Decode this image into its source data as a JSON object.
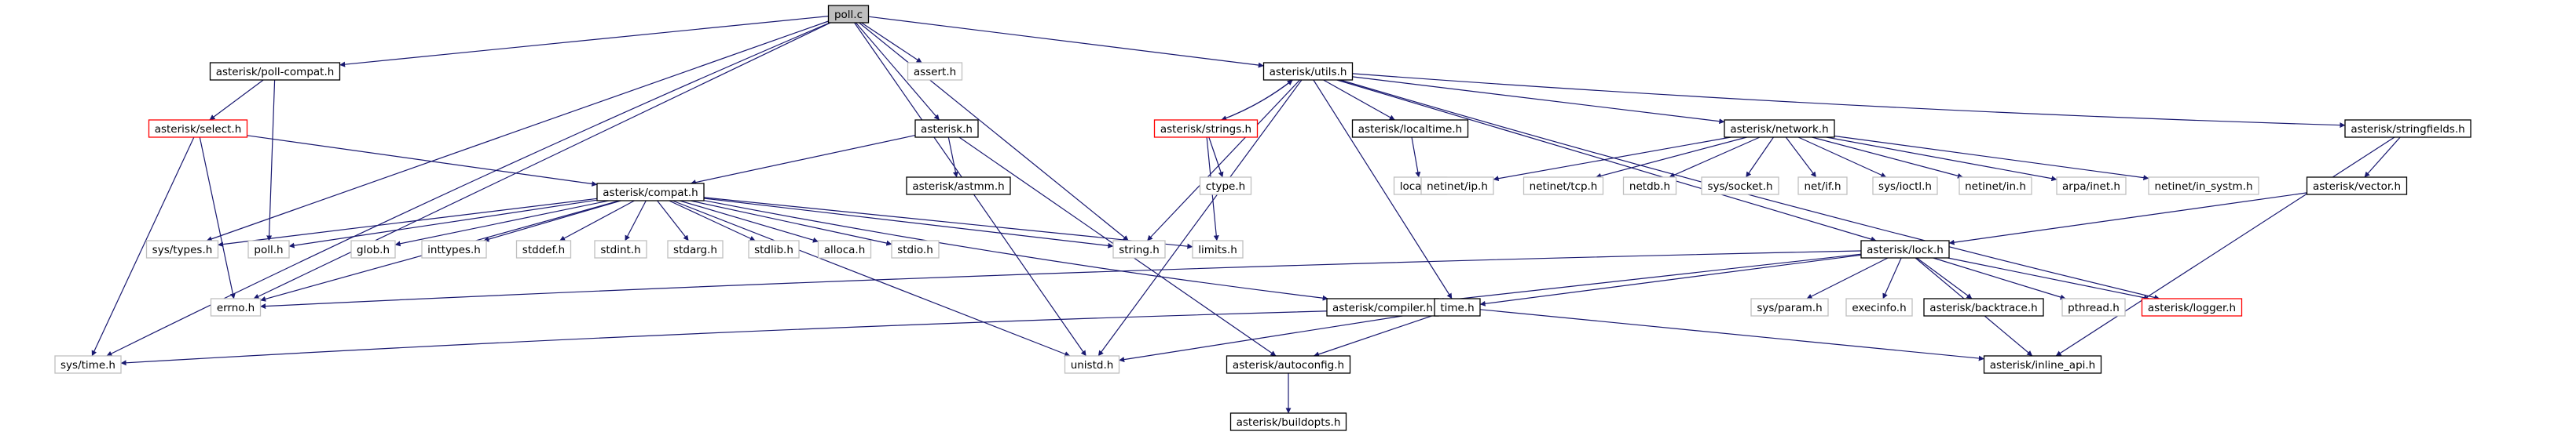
{
  "colors": {
    "background": "#ffffff",
    "edge": "#191970",
    "text": "#000000",
    "node_root_fill": "#bfbfbf",
    "node_root_border": "#000000",
    "node_documented_border": "#000000",
    "node_truncated_border": "#ff0000",
    "node_system_border": "#bfbfbf",
    "node_fill": "#ffffff"
  },
  "nodes": [
    {
      "id": "poll_c",
      "label": "poll.c",
      "kind": "root"
    },
    {
      "id": "poll_compat",
      "label": "asterisk/poll-compat.h",
      "kind": "documented"
    },
    {
      "id": "assert",
      "label": "assert.h",
      "kind": "system"
    },
    {
      "id": "utils",
      "label": "asterisk/utils.h",
      "kind": "documented"
    },
    {
      "id": "select",
      "label": "asterisk/select.h",
      "kind": "truncated"
    },
    {
      "id": "asterisk_h",
      "label": "asterisk.h",
      "kind": "documented"
    },
    {
      "id": "strings",
      "label": "asterisk/strings.h",
      "kind": "truncated"
    },
    {
      "id": "localtime",
      "label": "asterisk/localtime.h",
      "kind": "documented"
    },
    {
      "id": "network",
      "label": "asterisk/network.h",
      "kind": "documented"
    },
    {
      "id": "stringfields",
      "label": "asterisk/stringfields.h",
      "kind": "documented"
    },
    {
      "id": "astmm",
      "label": "asterisk/astmm.h",
      "kind": "documented"
    },
    {
      "id": "ctype",
      "label": "ctype.h",
      "kind": "system"
    },
    {
      "id": "locale",
      "label": "locale.h",
      "kind": "system"
    },
    {
      "id": "netinet_ip",
      "label": "netinet/ip.h",
      "kind": "system"
    },
    {
      "id": "netinet_tcp",
      "label": "netinet/tcp.h",
      "kind": "system"
    },
    {
      "id": "netdb",
      "label": "netdb.h",
      "kind": "system"
    },
    {
      "id": "sys_socket",
      "label": "sys/socket.h",
      "kind": "system"
    },
    {
      "id": "net_if",
      "label": "net/if.h",
      "kind": "system"
    },
    {
      "id": "sys_ioctl",
      "label": "sys/ioctl.h",
      "kind": "system"
    },
    {
      "id": "netinet_in",
      "label": "netinet/in.h",
      "kind": "system"
    },
    {
      "id": "arpa_inet",
      "label": "arpa/inet.h",
      "kind": "system"
    },
    {
      "id": "netinet_in_systm",
      "label": "netinet/in_systm.h",
      "kind": "system"
    },
    {
      "id": "vector",
      "label": "asterisk/vector.h",
      "kind": "documented"
    },
    {
      "id": "compat",
      "label": "asterisk/compat.h",
      "kind": "documented"
    },
    {
      "id": "sys_types",
      "label": "sys/types.h",
      "kind": "system"
    },
    {
      "id": "poll_h",
      "label": "poll.h",
      "kind": "system"
    },
    {
      "id": "glob",
      "label": "glob.h",
      "kind": "system"
    },
    {
      "id": "inttypes",
      "label": "inttypes.h",
      "kind": "system"
    },
    {
      "id": "stddef",
      "label": "stddef.h",
      "kind": "system"
    },
    {
      "id": "stdint",
      "label": "stdint.h",
      "kind": "system"
    },
    {
      "id": "stdarg",
      "label": "stdarg.h",
      "kind": "system"
    },
    {
      "id": "stdlib",
      "label": "stdlib.h",
      "kind": "system"
    },
    {
      "id": "alloca",
      "label": "alloca.h",
      "kind": "system"
    },
    {
      "id": "stdio",
      "label": "stdio.h",
      "kind": "system"
    },
    {
      "id": "string_h",
      "label": "string.h",
      "kind": "system"
    },
    {
      "id": "limits",
      "label": "limits.h",
      "kind": "system"
    },
    {
      "id": "lock",
      "label": "asterisk/lock.h",
      "kind": "documented"
    },
    {
      "id": "errno",
      "label": "errno.h",
      "kind": "system"
    },
    {
      "id": "compiler",
      "label": "asterisk/compiler.h",
      "kind": "documented"
    },
    {
      "id": "time_h",
      "label": "time.h",
      "kind": "documented"
    },
    {
      "id": "sys_param",
      "label": "sys/param.h",
      "kind": "system"
    },
    {
      "id": "execinfo",
      "label": "execinfo.h",
      "kind": "system"
    },
    {
      "id": "backtrace",
      "label": "asterisk/backtrace.h",
      "kind": "documented"
    },
    {
      "id": "pthread",
      "label": "pthread.h",
      "kind": "system"
    },
    {
      "id": "logger",
      "label": "asterisk/logger.h",
      "kind": "truncated"
    },
    {
      "id": "sys_time",
      "label": "sys/time.h",
      "kind": "system"
    },
    {
      "id": "unistd",
      "label": "unistd.h",
      "kind": "system"
    },
    {
      "id": "autoconfig",
      "label": "asterisk/autoconfig.h",
      "kind": "documented"
    },
    {
      "id": "inline_api",
      "label": "asterisk/inline_api.h",
      "kind": "documented"
    },
    {
      "id": "buildopts",
      "label": "asterisk/buildopts.h",
      "kind": "documented"
    }
  ],
  "edges": [
    [
      "poll_c",
      "poll_compat"
    ],
    [
      "poll_c",
      "assert"
    ],
    [
      "poll_c",
      "utils"
    ],
    [
      "poll_c",
      "asterisk_h"
    ],
    [
      "poll_c",
      "sys_types"
    ],
    [
      "poll_c",
      "errno"
    ],
    [
      "poll_c",
      "sys_time"
    ],
    [
      "poll_c",
      "string_h"
    ],
    [
      "poll_c",
      "unistd"
    ],
    [
      "poll_compat",
      "select"
    ],
    [
      "poll_compat",
      "poll_h"
    ],
    [
      "select",
      "compat"
    ],
    [
      "select",
      "errno"
    ],
    [
      "select",
      "sys_time"
    ],
    [
      "asterisk_h",
      "compat"
    ],
    [
      "asterisk_h",
      "astmm"
    ],
    [
      "asterisk_h",
      "autoconfig"
    ],
    [
      "utils",
      "strings"
    ],
    [
      "utils",
      "localtime"
    ],
    [
      "utils",
      "network"
    ],
    [
      "utils",
      "stringfields"
    ],
    [
      "utils",
      "string_h"
    ],
    [
      "utils",
      "time_h"
    ],
    [
      "utils",
      "unistd"
    ],
    [
      "utils",
      "lock"
    ],
    [
      "utils",
      "logger"
    ],
    [
      "strings",
      "ctype"
    ],
    [
      "strings",
      "limits"
    ],
    [
      "strings",
      "utils"
    ],
    [
      "localtime",
      "locale"
    ],
    [
      "network",
      "netinet_ip"
    ],
    [
      "network",
      "netinet_tcp"
    ],
    [
      "network",
      "netdb"
    ],
    [
      "network",
      "sys_socket"
    ],
    [
      "network",
      "net_if"
    ],
    [
      "network",
      "sys_ioctl"
    ],
    [
      "network",
      "netinet_in"
    ],
    [
      "network",
      "arpa_inet"
    ],
    [
      "network",
      "netinet_in_systm"
    ],
    [
      "stringfields",
      "vector"
    ],
    [
      "stringfields",
      "inline_api"
    ],
    [
      "vector",
      "lock"
    ],
    [
      "compat",
      "sys_types"
    ],
    [
      "compat",
      "poll_h"
    ],
    [
      "compat",
      "glob"
    ],
    [
      "compat",
      "inttypes"
    ],
    [
      "compat",
      "stddef"
    ],
    [
      "compat",
      "stdint"
    ],
    [
      "compat",
      "stdarg"
    ],
    [
      "compat",
      "stdlib"
    ],
    [
      "compat",
      "alloca"
    ],
    [
      "compat",
      "stdio"
    ],
    [
      "compat",
      "string_h"
    ],
    [
      "compat",
      "limits"
    ],
    [
      "compat",
      "errno"
    ],
    [
      "compat",
      "compiler"
    ],
    [
      "compat",
      "unistd"
    ],
    [
      "lock",
      "errno"
    ],
    [
      "lock",
      "compiler"
    ],
    [
      "lock",
      "time_h"
    ],
    [
      "lock",
      "sys_param"
    ],
    [
      "lock",
      "execinfo"
    ],
    [
      "lock",
      "backtrace"
    ],
    [
      "lock",
      "pthread"
    ],
    [
      "lock",
      "logger"
    ],
    [
      "lock",
      "inline_api"
    ],
    [
      "time_h",
      "sys_time"
    ],
    [
      "time_h",
      "unistd"
    ],
    [
      "time_h",
      "autoconfig"
    ],
    [
      "time_h",
      "inline_api"
    ],
    [
      "autoconfig",
      "buildopts"
    ]
  ]
}
